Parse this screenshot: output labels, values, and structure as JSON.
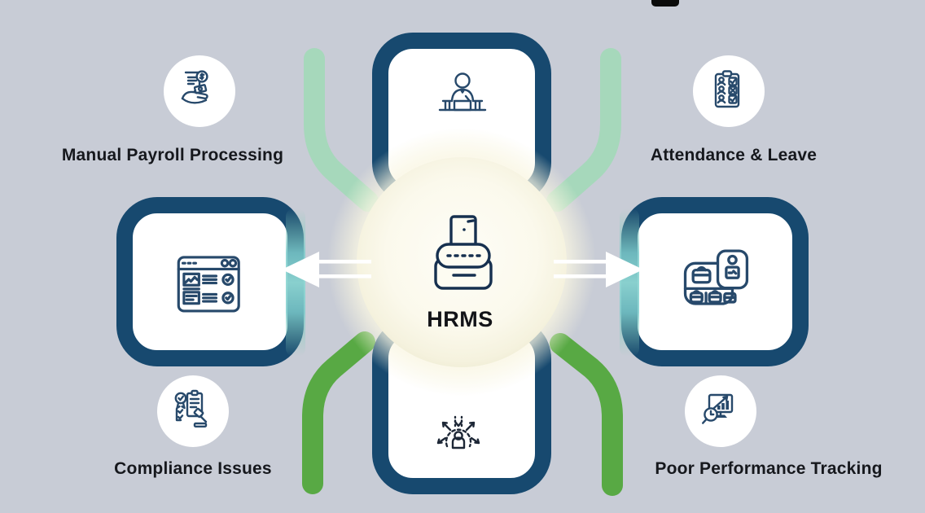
{
  "diagram": {
    "center": {
      "label": "HRMS",
      "icon": "hrms-device-icon"
    },
    "nodes": [
      {
        "label": "Manual Payroll Processing",
        "icon": "payroll-hand-icon",
        "position": "top-left"
      },
      {
        "label": "Attendance & Leave",
        "icon": "attendance-clipboard-icon",
        "position": "top-right"
      },
      {
        "label": "Compliance Issues",
        "icon": "compliance-gavel-icon",
        "position": "bottom-left"
      },
      {
        "label": "Poor Performance Tracking",
        "icon": "performance-monitor-icon",
        "position": "bottom-right"
      }
    ],
    "cards": [
      {
        "icon": "hr-at-desk-icon",
        "position": "top"
      },
      {
        "icon": "hr-records-icon",
        "position": "left"
      },
      {
        "icon": "employee-directory-icon",
        "position": "right"
      },
      {
        "icon": "employee-growth-icon",
        "position": "bottom"
      }
    ],
    "colors": {
      "background": "#c8ccd6",
      "card_border": "#17496f",
      "icon_stroke": "#27496b",
      "mint_connector": "#a6d8bb",
      "green_connector": "#58a944",
      "teal_glow": "#6fc7c9",
      "center_fill": "#fbf9ec",
      "label_text": "#16181d"
    }
  }
}
